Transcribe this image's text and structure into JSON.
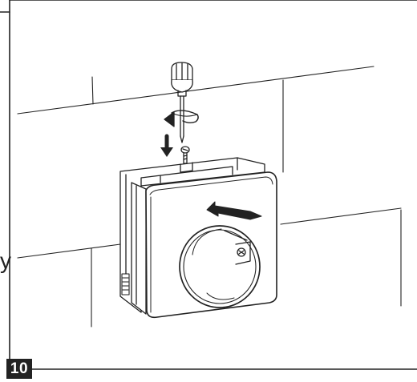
{
  "step": {
    "number": "10"
  },
  "edge_text": "y",
  "illustration": {
    "icons": [
      "screwdriver-icon",
      "rotate-arrow-icon",
      "down-arrow-icon",
      "screw-icon",
      "push-arrow-icon",
      "fan-unit"
    ]
  },
  "colors": {
    "line": "#222222",
    "badge": "#222222",
    "background": "#ffffff"
  }
}
